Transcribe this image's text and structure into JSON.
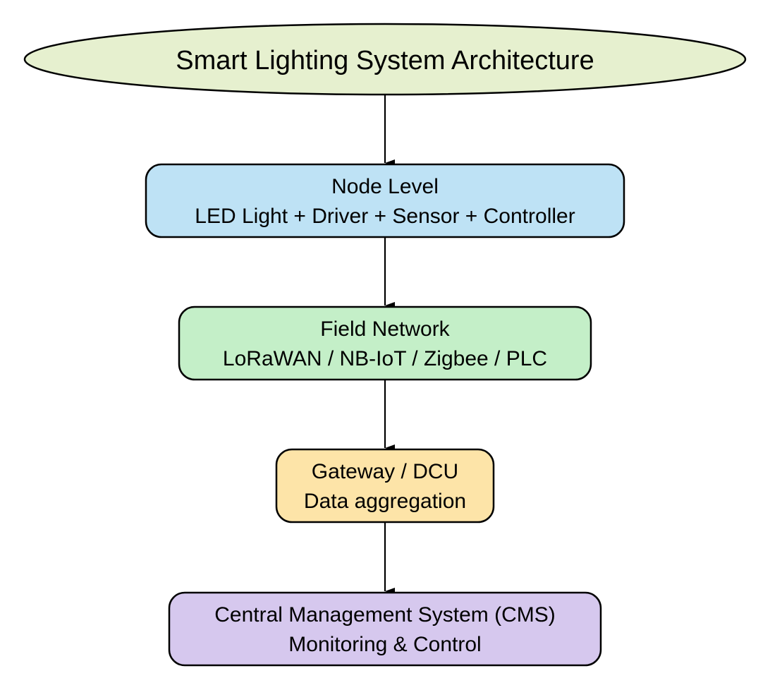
{
  "title": "Smart Lighting System Architecture",
  "colors": {
    "title": "#e6f0cf",
    "node": "#bee2f5",
    "field": "#c4efc8",
    "gateway": "#fde4a8",
    "cms": "#d6c8ee",
    "stroke": "#000000"
  },
  "nodes": [
    {
      "id": "node-level",
      "line1": "Node Level",
      "line2": "LED Light + Driver + Sensor + Controller"
    },
    {
      "id": "field-network",
      "line1": "Field Network",
      "line2": "LoRaWAN / NB-IoT / Zigbee / PLC"
    },
    {
      "id": "gateway",
      "line1": "Gateway / DCU",
      "line2": "Data aggregation"
    },
    {
      "id": "cms",
      "line1": "Central Management System (CMS)",
      "line2": "Monitoring & Control"
    }
  ],
  "edges": [
    {
      "from": "title",
      "to": "node-level"
    },
    {
      "from": "node-level",
      "to": "field-network"
    },
    {
      "from": "field-network",
      "to": "gateway"
    },
    {
      "from": "gateway",
      "to": "cms"
    }
  ]
}
